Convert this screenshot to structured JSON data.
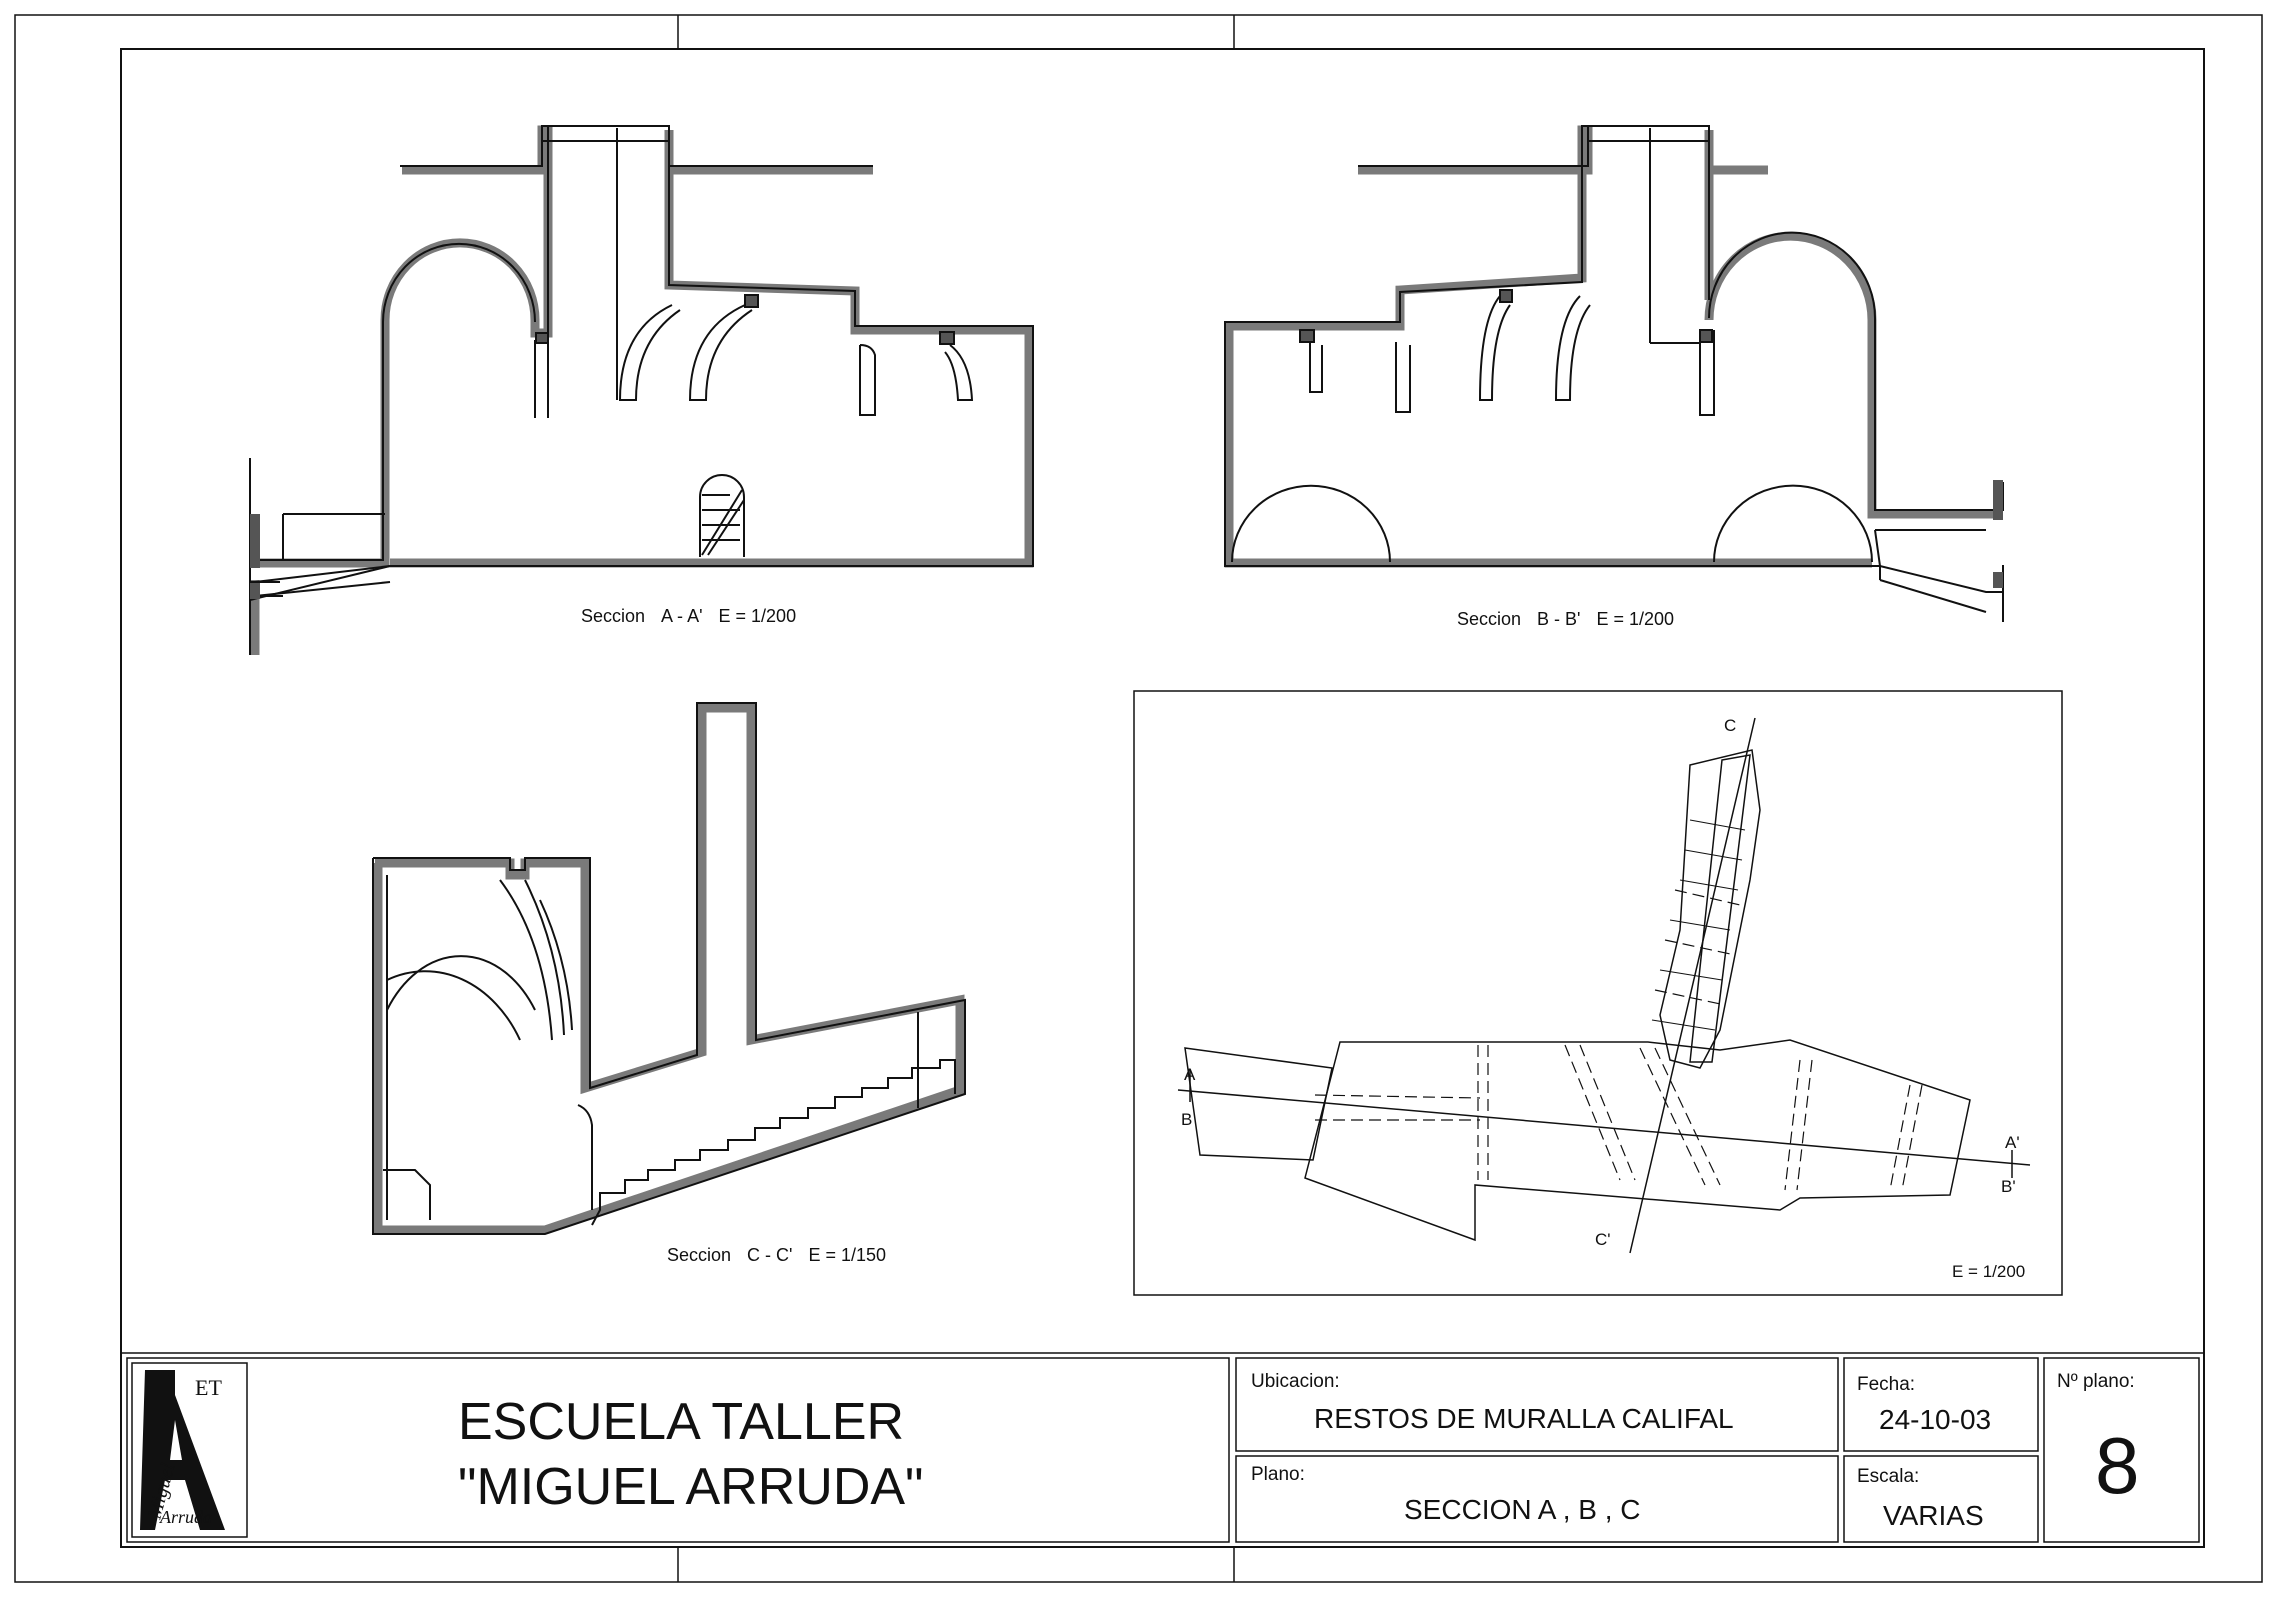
{
  "sections": {
    "a": {
      "caption_name": "Seccion",
      "caption_id": "A - A'",
      "caption_scale": "E = 1/200"
    },
    "b": {
      "caption_name": "Seccion",
      "caption_id": "B - B'",
      "caption_scale": "E = 1/200"
    },
    "c": {
      "caption_name": "Seccion",
      "caption_id": "C - C'",
      "caption_scale": "E = 1/150"
    }
  },
  "plan": {
    "scale": "E = 1/200",
    "markers": {
      "a": "A",
      "b": "B",
      "a_prime": "A'",
      "b_prime": "B'",
      "c": "C",
      "c_prime": "C'"
    }
  },
  "title_block": {
    "logo": {
      "letter": "A",
      "mark": "ET",
      "line1": "Miguel",
      "line2": "Arruda"
    },
    "school_line1": "ESCUELA TALLER",
    "school_line2": "\"MIGUEL ARRUDA\"",
    "ubicacion_label": "Ubicacion:",
    "ubicacion_value": "RESTOS DE MURALLA CALIFAL",
    "plano_label": "Plano:",
    "plano_value": "SECCION  A , B , C",
    "fecha_label": "Fecha:",
    "fecha_value": "24-10-03",
    "escala_label": "Escala:",
    "escala_value": "VARIAS",
    "num_label": "Nº plano:",
    "num_value": "8"
  }
}
